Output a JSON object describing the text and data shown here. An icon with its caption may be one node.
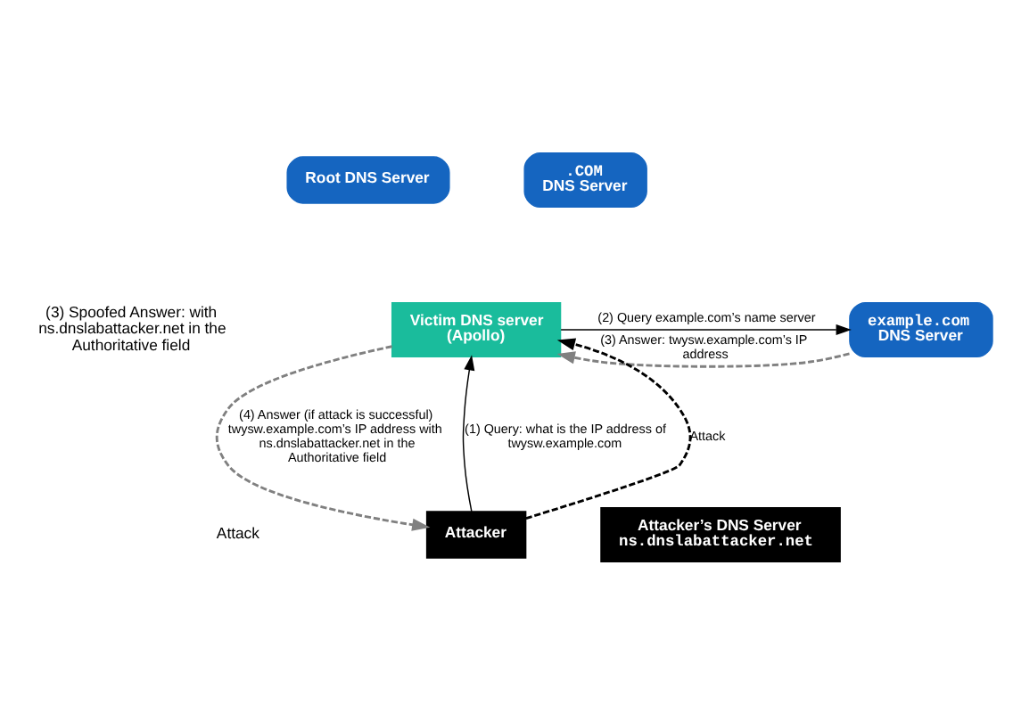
{
  "diagram": {
    "nodes": [
      {
        "text": [
          "Root DNS Server"
        ]
      },
      {
        "text": [
          ".COM",
          "DNS Server"
        ]
      },
      {
        "text": [
          "Victim DNS server (Apollo)"
        ]
      },
      {
        "text": [
          "example.com",
          "DNS Server"
        ]
      },
      {
        "text": [
          "Attacker"
        ]
      },
      {
        "text": [
          "Attacker’s DNS Server",
          "ns.dnslabattacker.net"
        ]
      }
    ],
    "edges": [
      {
        "from": 4,
        "to": 2,
        "arrow": "to",
        "label": "(1) Query: what is the IP address of twysw.example.com"
      },
      {
        "from": 2,
        "to": 3,
        "arrow": "to",
        "label": "(2) Query example.com’s name server"
      },
      {
        "from": 3,
        "to": 2,
        "arrow": "to",
        "style": "dashed",
        "color": "#808080",
        "label": "(3) Answer: twysw.example.com’s IP address"
      },
      {
        "from": 2,
        "to": 4,
        "arrow": "to",
        "style": "dashed",
        "color": "#808080",
        "label": "(4) Answer (if attack is successful) twysw.example.com’s IP address with ns.dnslabattacker.net in the Authoritative field"
      },
      {
        "from": 4,
        "to": 2,
        "arrow": "to",
        "style": "dashed",
        "label": "Attack"
      }
    ],
    "labels": [
      "(3) Spoofed Answer: with ns.dnslabattacker.net in the Authoritative field",
      "Attack"
    ]
  }
}
